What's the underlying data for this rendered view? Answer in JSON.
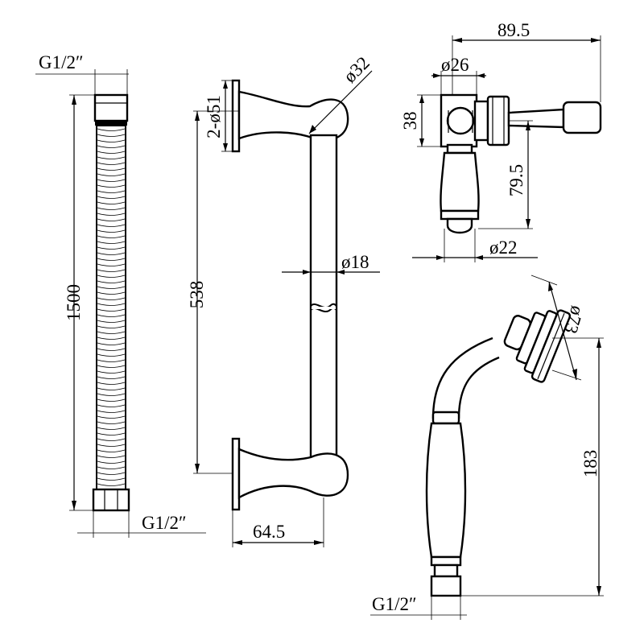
{
  "hose": {
    "top_thread": "G1/2″",
    "length": "1500",
    "bottom_thread": "G1/2″"
  },
  "rail": {
    "flange_dia": "2-ø51",
    "bracket_dia": "ø32",
    "height": "538",
    "tube_dia": "ø18",
    "projection": "64.5"
  },
  "valve": {
    "reach": "89.5",
    "body_dia": "ø26",
    "body_height": "38",
    "handle_drop": "79.5",
    "handle_dia": "ø22"
  },
  "handset": {
    "head_dia": "ø73",
    "length": "183",
    "thread": "G1/2″"
  }
}
